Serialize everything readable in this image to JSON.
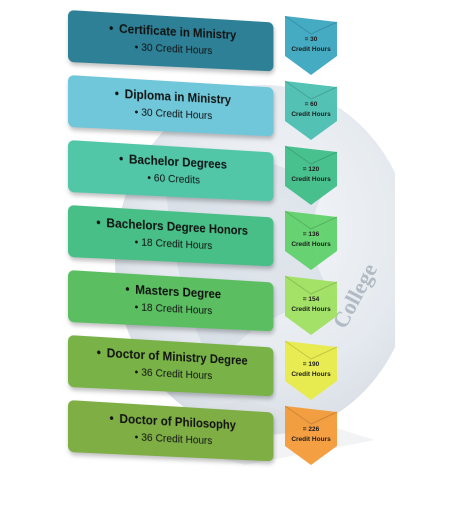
{
  "watermark": {
    "text": "College"
  },
  "levels": [
    {
      "title": "Certificate in Ministry",
      "sub": "30 Credit Hours",
      "total": "= 30",
      "unit": "Credit Hours",
      "bar": "#2d8095",
      "chev": "#3aa6c0"
    },
    {
      "title": "Diploma in Ministry",
      "sub": "30 Credit Hours",
      "total": "= 60",
      "unit": "Credit Hours",
      "bar": "#6fc7d9",
      "chev": "#4bbfb0"
    },
    {
      "title": "Bachelor Degrees",
      "sub": "60 Credits",
      "total": "= 120",
      "unit": "Credit Hours",
      "bar": "#51c7a8",
      "chev": "#3fbe88"
    },
    {
      "title": "Bachelors Degree Honors",
      "sub": "18 Credit Hours",
      "total": "= 136",
      "unit": "Credit Hours",
      "bar": "#48bf86",
      "chev": "#5fd16a"
    },
    {
      "title": "Masters Degree",
      "sub": "18 Credit Hours",
      "total": "= 154",
      "unit": "Credit Hours",
      "bar": "#5bbf62",
      "chev": "#9fe060"
    },
    {
      "title": "Doctor of Ministry Degree",
      "sub": "36 Credit Hours",
      "total": "= 190",
      "unit": "Credit Hours",
      "bar": "#79b348",
      "chev": "#e8eb48"
    },
    {
      "title": "Doctor of Philosophy",
      "sub": "36 Credit Hours",
      "total": "= 226",
      "unit": "Credit Hours",
      "bar": "#7fae45",
      "chev": "#f29a38"
    }
  ]
}
